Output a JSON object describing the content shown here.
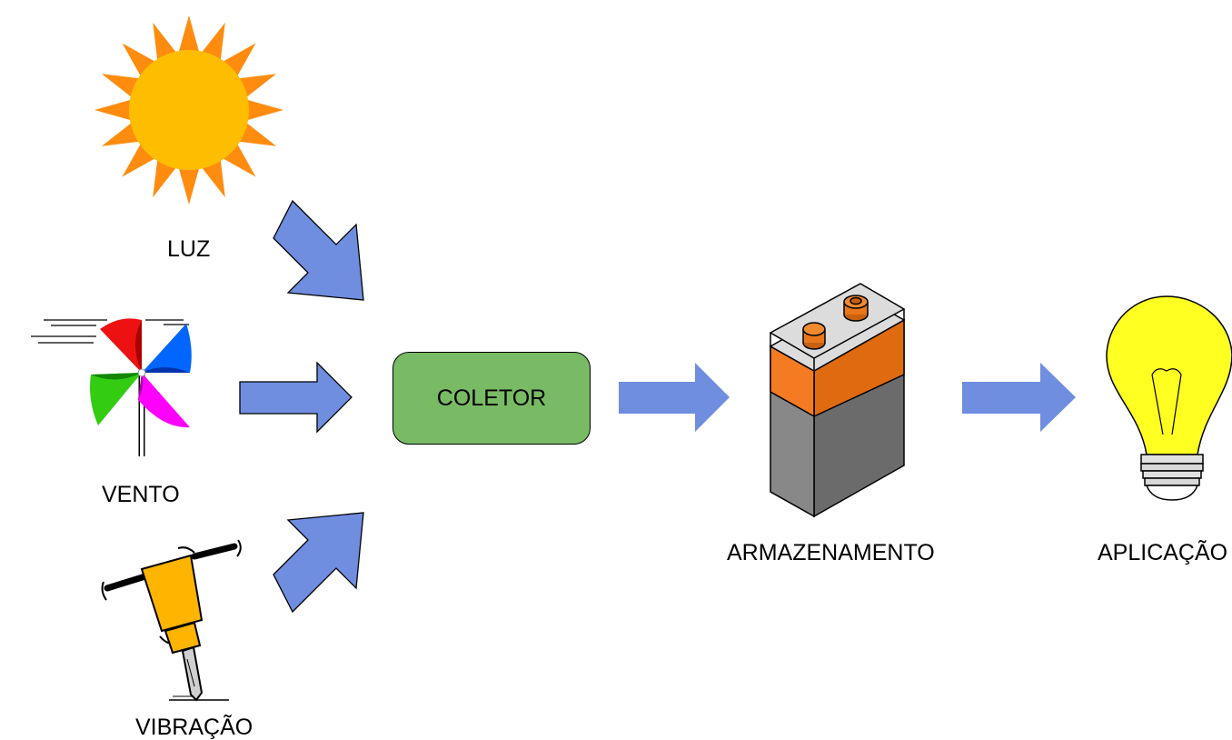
{
  "sources": [
    {
      "label": "LUZ",
      "icon": "sun-icon"
    },
    {
      "label": "VENTO",
      "icon": "pinwheel-icon"
    },
    {
      "label": "VIBRAÇÃO",
      "icon": "jackhammer-icon"
    }
  ],
  "collector": {
    "label": "COLETOR"
  },
  "storage": {
    "label": "ARMAZENAMENTO",
    "icon": "battery-icon"
  },
  "application": {
    "label": "APLICAÇÃO",
    "icon": "lightbulb-icon"
  },
  "colors": {
    "arrow": "#6f8ee0",
    "collector": "#78bb64",
    "sun_rays": "#ff8c0f",
    "sun_core": "#ffbd00",
    "battery_band": "#f47b21",
    "battery_body": "#7a7a7a",
    "battery_top": "#dcdcdc",
    "bulb": "#ffff22",
    "jackhammer": "#ffb400"
  }
}
